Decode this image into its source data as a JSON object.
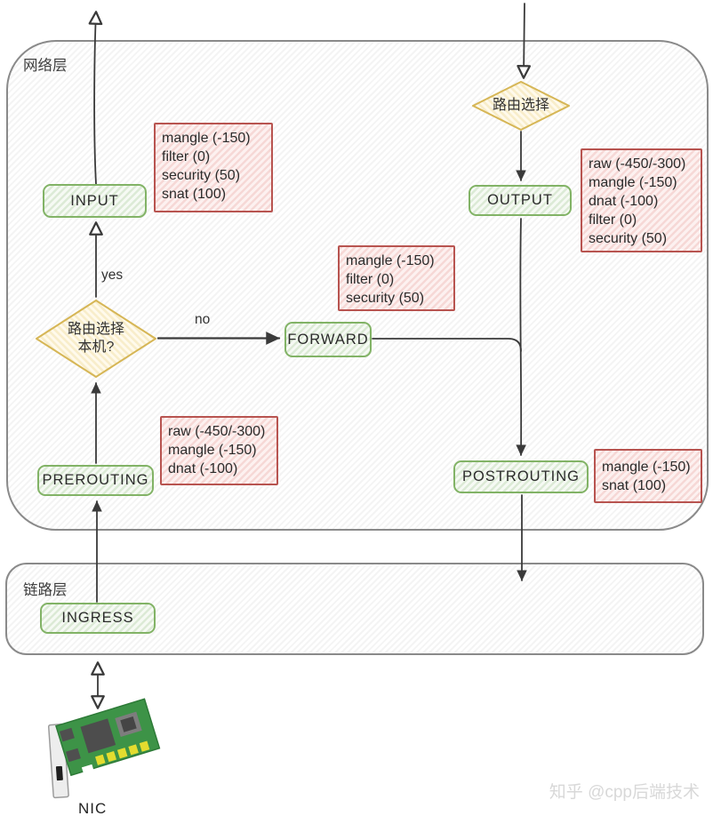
{
  "diagram": {
    "layers": {
      "network": {
        "label": "网络层"
      },
      "link": {
        "label": "链路层"
      }
    },
    "decisions": {
      "routing": {
        "label": "路由选择"
      },
      "routing_local": {
        "lines": [
          "路由选择",
          "本机?"
        ]
      }
    },
    "chains": {
      "input": "INPUT",
      "output": "OUTPUT",
      "forward": "FORWARD",
      "prerouting": "PREROUTING",
      "postrouting": "POSTROUTING",
      "ingress": "INGRESS"
    },
    "tables": {
      "input": [
        "mangle (-150)",
        "filter (0)",
        "security (50)",
        "snat (100)"
      ],
      "output": [
        "raw (-450/-300)",
        "mangle (-150)",
        "dnat (-100)",
        "filter (0)",
        "security (50)"
      ],
      "forward": [
        "mangle (-150)",
        "filter (0)",
        "security (50)"
      ],
      "prerouting": [
        "raw (-450/-300)",
        "mangle (-150)",
        "dnat (-100)"
      ],
      "postrouting": [
        "mangle (-150)",
        "snat (100)"
      ]
    },
    "edge_labels": {
      "yes": "yes",
      "no": "no"
    },
    "nic_label": "NIC",
    "watermark": "知乎 @cpp后端技术",
    "colors": {
      "chain_border": "#82b366",
      "table_border": "#b85450",
      "decision_border": "#d6b656",
      "container_border": "#8a8a8a",
      "line": "#3a3a3a",
      "watermark": "#d8d8d8"
    }
  }
}
